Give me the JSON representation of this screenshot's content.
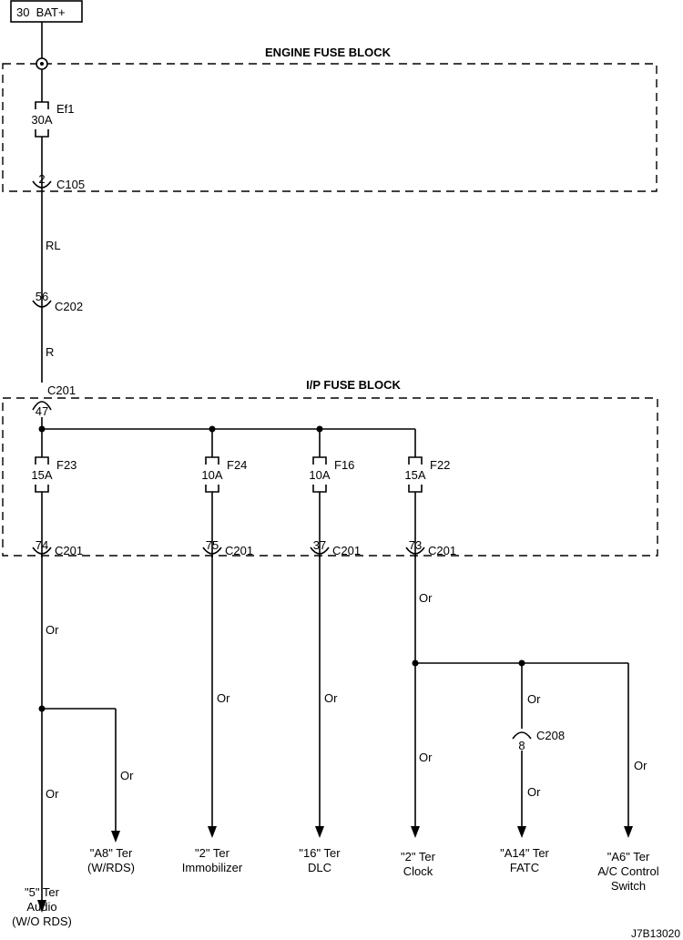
{
  "source": {
    "label": "30  BAT+"
  },
  "engine_block": {
    "title": "ENGINE FUSE BLOCK",
    "fuse": {
      "name": "Ef1",
      "rating": "30A"
    },
    "connector": {
      "pin": "2",
      "name": "C105"
    }
  },
  "wires": {
    "rl": "RL",
    "r": "R",
    "or": "Or"
  },
  "c202": {
    "pin": "56",
    "name": "C202"
  },
  "ip_block": {
    "title": "I/P FUSE BLOCK",
    "input": {
      "pin": "47",
      "name": "C201"
    },
    "fuses": [
      {
        "name": "F23",
        "rating": "15A",
        "pin": "74",
        "conn": "C201"
      },
      {
        "name": "F24",
        "rating": "10A",
        "pin": "75",
        "conn": "C201"
      },
      {
        "name": "F16",
        "rating": "10A",
        "pin": "37",
        "conn": "C201"
      },
      {
        "name": "F22",
        "rating": "15A",
        "pin": "73",
        "conn": "C201"
      }
    ]
  },
  "c208": {
    "pin": "8",
    "name": "C208"
  },
  "terminals": [
    {
      "l1": "\"5\" Ter",
      "l2": "Audio",
      "l3": "(W/O RDS)"
    },
    {
      "l1": "\"A8\" Ter",
      "l2": "(W/RDS)"
    },
    {
      "l1": "\"2\" Ter",
      "l2": "Immobilizer"
    },
    {
      "l1": "\"16\" Ter",
      "l2": "DLC"
    },
    {
      "l1": "\"2\" Ter",
      "l2": "Clock"
    },
    {
      "l1": "\"A14\" Ter",
      "l2": "FATC"
    },
    {
      "l1": "\"A6\" Ter",
      "l2": "A/C Control",
      "l3": "Switch"
    }
  ],
  "figure_id": "J7B13020"
}
